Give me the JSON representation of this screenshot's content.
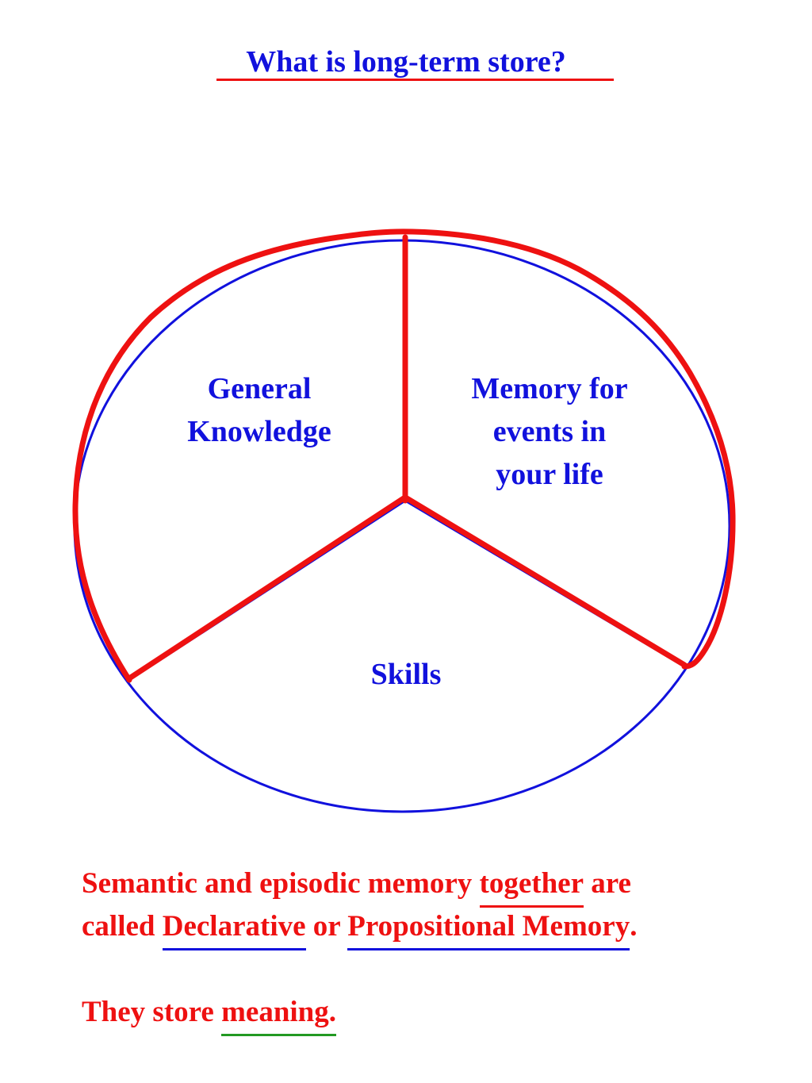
{
  "title": {
    "text": "What is long-term store?",
    "text_color": "#1111dd",
    "underline_color": "#ee1111"
  },
  "diagram": {
    "segments": [
      {
        "label_lines": [
          "General",
          "Knowledge"
        ]
      },
      {
        "label_lines": [
          "Memory for",
          "events in",
          "your life"
        ]
      },
      {
        "label_lines": [
          "Skills"
        ]
      }
    ],
    "circle_color": "#1111dd",
    "highlight_color": "#ee1111"
  },
  "notes": {
    "line1_pre": "Semantic and episodic memory ",
    "line1_u": "together",
    "line1_post": " are",
    "line2_pre": "called ",
    "line2_u1": "Declarative",
    "line2_mid": " or ",
    "line2_u2": "Propositional Memory",
    "line2_post": ".",
    "line3_pre": "They store ",
    "line3_u": "meaning.",
    "text_color": "#ee1111",
    "underline_red": "#ee1111",
    "underline_blue": "#1111dd",
    "underline_green": "#229922"
  }
}
